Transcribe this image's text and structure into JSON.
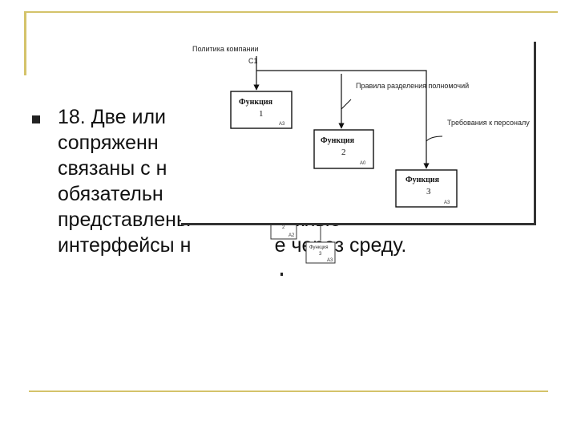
{
  "slide": {
    "lines": [
      "18. Две или",
      "сопряженн",
      "связаны с н",
      "обязательн",
      "представлены                  жные",
      "интерфейсы н               е через среду."
    ]
  },
  "diagram": {
    "inputs": {
      "policy": "Политика компании",
      "policy_code": "C1",
      "rules": "Правила разделения полномочий",
      "requirements": "Требования к персоналу"
    },
    "functions": [
      {
        "title": "Функция",
        "number": "1",
        "code": "A3"
      },
      {
        "title": "Функция",
        "number": "2",
        "code": "A0"
      },
      {
        "title": "Функция",
        "number": "3",
        "code": "A3"
      }
    ],
    "small": {
      "box_a_number": "2",
      "box_a_code": "A2",
      "box_b_title": "Функция",
      "box_b_number": "3",
      "box_b_code": "A3"
    }
  },
  "colors": {
    "accent": "#d4c36a",
    "text": "#111111"
  }
}
